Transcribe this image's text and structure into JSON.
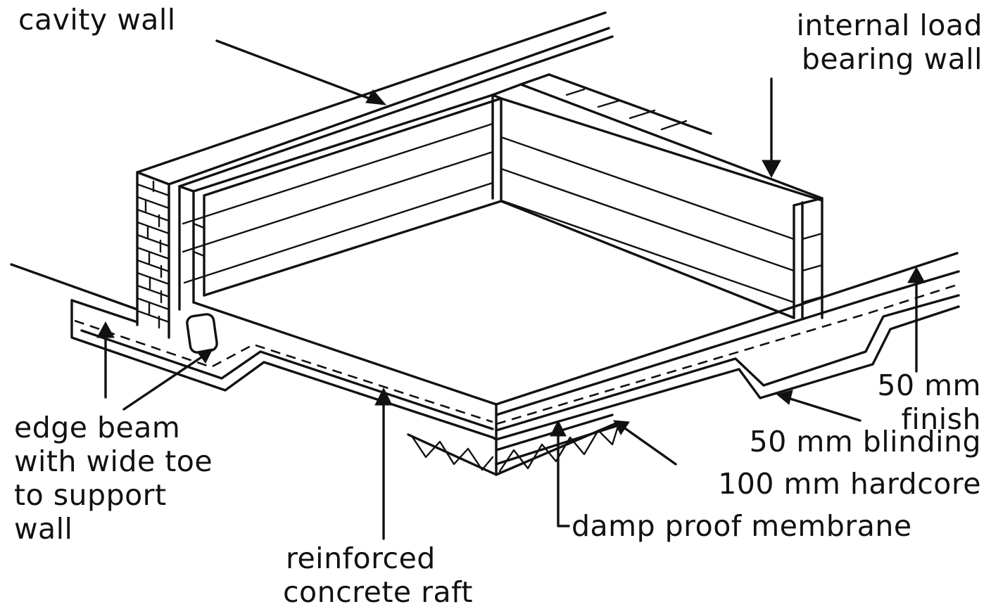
{
  "labels": {
    "cavity_wall": "cavity wall",
    "internal_wall": [
      "internal load",
      "bearing wall"
    ],
    "finish": [
      "50 mm",
      "finish"
    ],
    "blinding": "50 mm blinding",
    "hardcore": "100 mm hardcore",
    "dpm": "damp proof membrane",
    "raft": [
      "reinforced",
      "concrete raft"
    ],
    "edge_beam": [
      "edge beam",
      "with wide toe",
      "to support",
      "wall"
    ]
  },
  "colors": {
    "ink": "#111111",
    "background": "#ffffff"
  }
}
